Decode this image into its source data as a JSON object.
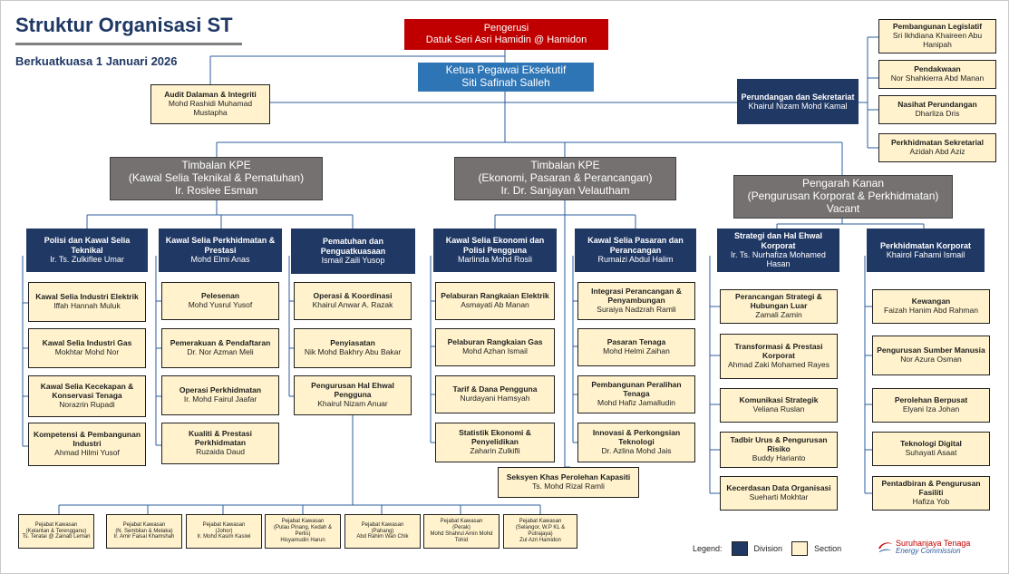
{
  "title": "Struktur Organisasi ST",
  "subtitle": "Berkuatkuasa 1 Januari 2026",
  "chair": {
    "role": "Pengerusi",
    "name": "Datuk Seri Asri Hamidin @ Hamidon"
  },
  "ceo": {
    "role": "Ketua Pegawai Eksekutif",
    "name": "Siti Safinah Salleh"
  },
  "audit": {
    "title": "Audit Dalaman & Integriti",
    "name": "Mohd Rashidi Muhamad Mustapha"
  },
  "legal_division": {
    "title": "Perundangan dan Sekretariat",
    "name": "Khairul Nizam Mohd Kamal"
  },
  "legal_sections": [
    {
      "title": "Pembangunan Legislatif",
      "name": "Sri Ikhdiana Khaireen Abu Hanipah"
    },
    {
      "title": "Pendakwaan",
      "name": "Nor Shahkierra Abd Manan"
    },
    {
      "title": "Nasihat Perundangan",
      "name": "Dharliza Dris"
    },
    {
      "title": "Perkhidmatan Sekretarial",
      "name": "Azidah Abd Aziz"
    }
  ],
  "deputies": [
    {
      "title": "Timbalan KPE",
      "subtitle": "(Kawal Selia Teknikal & Pematuhan)",
      "name": "Ir. Roslee Esman"
    },
    {
      "title": "Timbalan KPE",
      "subtitle": "(Ekonomi, Pasaran & Perancangan)",
      "name": "Ir. Dr. Sanjayan Velautham"
    },
    {
      "title": "Pengarah Kanan",
      "subtitle": "(Pengurusan Korporat & Perkhidmatan)",
      "name": "Vacant"
    }
  ],
  "divisions": [
    {
      "title": "Polisi dan Kawal Selia Teknikal",
      "name": "Ir. Ts. Zulkiflee Umar",
      "sections": [
        {
          "title": "Kawal Selia Industri Elektrik",
          "name": "Iffah Hannah Muluk"
        },
        {
          "title": "Kawal Selia Industri Gas",
          "name": "Mokhtar Mohd Nor"
        },
        {
          "title": "Kawal Selia Kecekapan & Konservasi Tenaga",
          "name": "Norazrin Rupadi"
        },
        {
          "title": "Kompetensi & Pembangunan Industri",
          "name": "Ahmad Hilmi Yusof"
        }
      ]
    },
    {
      "title": "Kawal Selia Perkhidmatan & Prestasi",
      "name": "Mohd Elmi Anas",
      "sections": [
        {
          "title": "Pelesenan",
          "name": "Mohd Yusrul Yusof"
        },
        {
          "title": "Pemerakuan & Pendaftaran",
          "name": "Dr. Nor Azman Meli"
        },
        {
          "title": "Operasi Perkhidmatan",
          "name": "Ir. Mohd Fairul Jaafar"
        },
        {
          "title": "Kualiti & Prestasi Perkhidmatan",
          "name": "Ruzaida Daud"
        }
      ]
    },
    {
      "title": "Pematuhan dan Penguatkuasaan",
      "name": "Ismail Zaili Yusop",
      "sections": [
        {
          "title": "Operasi & Koordinasi",
          "name": "Khairul Anwar A. Razak"
        },
        {
          "title": "Penyiasatan",
          "name": "Nik Mohd Bakhry Abu Bakar"
        },
        {
          "title": "Pengurusan Hal Ehwal Pengguna",
          "name": "Khairul Nizam Anuar"
        }
      ]
    },
    {
      "title": "Kawal Selia Ekonomi dan Polisi Pengguna",
      "name": "Marlinda Mohd Rosli",
      "sections": [
        {
          "title": "Pelaburan Rangkaian Elektrik",
          "name": "Asmayati Ab Manan"
        },
        {
          "title": "Pelaburan Rangkaian Gas",
          "name": "Mohd Azhan Ismail"
        },
        {
          "title": "Tarif & Dana Pengguna",
          "name": "Nurdayani Hamsyah"
        },
        {
          "title": "Statistik Ekonomi & Penyelidikan",
          "name": "Zaharin Zulkifli"
        }
      ]
    },
    {
      "title": "Kawal Selia Pasaran dan Perancangan",
      "name": "Rumaizi Abdul Halim",
      "sections": [
        {
          "title": "Integrasi Perancangan & Penyambungan",
          "name": "Suraiya Nadzrah Ramli"
        },
        {
          "title": "Pasaran Tenaga",
          "name": "Mohd Helmi Zaihan"
        },
        {
          "title": "Pembangunan Peralihan Tenaga",
          "name": "Mohd Hafiz Jamalludin"
        },
        {
          "title": "Innovasi & Perkongsian Teknologi",
          "name": "Dr. Azlina Mohd Jais"
        }
      ]
    },
    {
      "title": "Strategi dan Hal Ehwal Korporat",
      "name": "Ir. Ts. Nurhafiza Mohamed Hasan",
      "sections": [
        {
          "title": "Perancangan Strategi & Hubungan Luar",
          "name": "Zamali Zamin"
        },
        {
          "title": "Transformasi & Prestasi Korporat",
          "name": "Ahmad Zaki Mohamed Rayes"
        },
        {
          "title": "Komunikasi Strategik",
          "name": "Veliana Ruslan"
        },
        {
          "title": "Tadbir Urus & Pengurusan Risiko",
          "name": "Buddy Harianto"
        },
        {
          "title": "Kecerdasan Data Organisasi",
          "name": "Sueharti Mokhtar"
        }
      ]
    },
    {
      "title": "Perkhidmatan Korporat",
      "name": "Khairol Fahami Ismail",
      "sections": [
        {
          "title": "Kewangan",
          "name": "Faizah Hanim Abd Rahman"
        },
        {
          "title": "Pengurusan Sumber Manusia",
          "name": "Nor Azura Osman"
        },
        {
          "title": "Perolehan Berpusat",
          "name": "Elyani Iza Johan"
        },
        {
          "title": "Teknologi Digital",
          "name": "Suhayati Asaat"
        },
        {
          "title": "Pentadbiran & Pengurusan Fasiliti",
          "name": "Hafiza Yob"
        }
      ]
    }
  ],
  "special_unit": {
    "title": "Seksyen Khas Perolehan Kapasiti",
    "name": "Ts. Mohd Rizal Ramli"
  },
  "regional_offices": [
    {
      "title": "Pejabat Kawasan",
      "region": "(Kelantan & Terengganu)",
      "name": "Ts. Teratai @ Zainab Leman"
    },
    {
      "title": "Pejabat Kawasan",
      "region": "(N. Sembilan & Melaka)",
      "name": "Ir. Amir Faisal Khamshah"
    },
    {
      "title": "Pejabat Kawasan",
      "region": "(Johor)",
      "name": "Ir. Mohd Kasim Kasiwi"
    },
    {
      "title": "Pejabat Kawasan",
      "region": "(Pulau Pinang, Kedah & Perlis)",
      "name": "Hisyamudin Harun"
    },
    {
      "title": "Pejabat Kawasan",
      "region": "(Pahang)",
      "name": "Abd Rahim Wan Chik"
    },
    {
      "title": "Pejabat Kawasan",
      "region": "(Perak)",
      "name": "Mohd Shahrul Amin Mohd Tohid"
    },
    {
      "title": "Pejabat Kawasan",
      "region": "(Selangor, W.P KL & Putrajaya)",
      "name": "Zul Azri Hamidon"
    }
  ],
  "legend": {
    "label": "Legend:",
    "division": "Division",
    "section": "Section",
    "division_color": "#203864",
    "section_color": "#fff2cc"
  },
  "logo": {
    "name": "Suruhanjaya Tenaga",
    "name_en": "Energy Commission",
    "icon": "energy-commission-swoosh-icon"
  },
  "colors": {
    "chair": "#c00000",
    "ceo": "#2e75b6",
    "deputy": "#767171",
    "division": "#203864",
    "section": "#fff2cc",
    "title": "#1f3864"
  }
}
